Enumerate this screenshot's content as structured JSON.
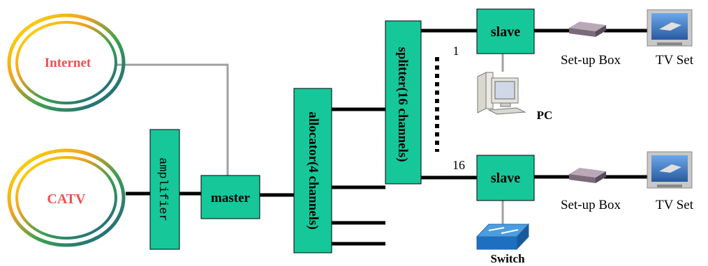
{
  "clouds": {
    "internet": {
      "label": "Internet"
    },
    "catv": {
      "label": "CATV"
    }
  },
  "boxes": {
    "amplifier": "amplifier",
    "master": "master",
    "allocator": "allocator(4 channels)",
    "splitter": "splitter(16 channels)",
    "slave_top": "slave",
    "slave_bottom": "slave"
  },
  "port_numbers": {
    "first": "1",
    "last": "16"
  },
  "devices": {
    "setup_box_top": "Set-up Box",
    "tv_top": "TV Set",
    "setup_box_bottom": "Set-up Box",
    "tv_bottom": "TV Set",
    "pc": "PC",
    "switch": "Switch"
  },
  "colors": {
    "box_fill": "#16c79a",
    "cable": "#000000",
    "internet_link": "#a0a0a0",
    "cloud_label": "#f05050"
  }
}
